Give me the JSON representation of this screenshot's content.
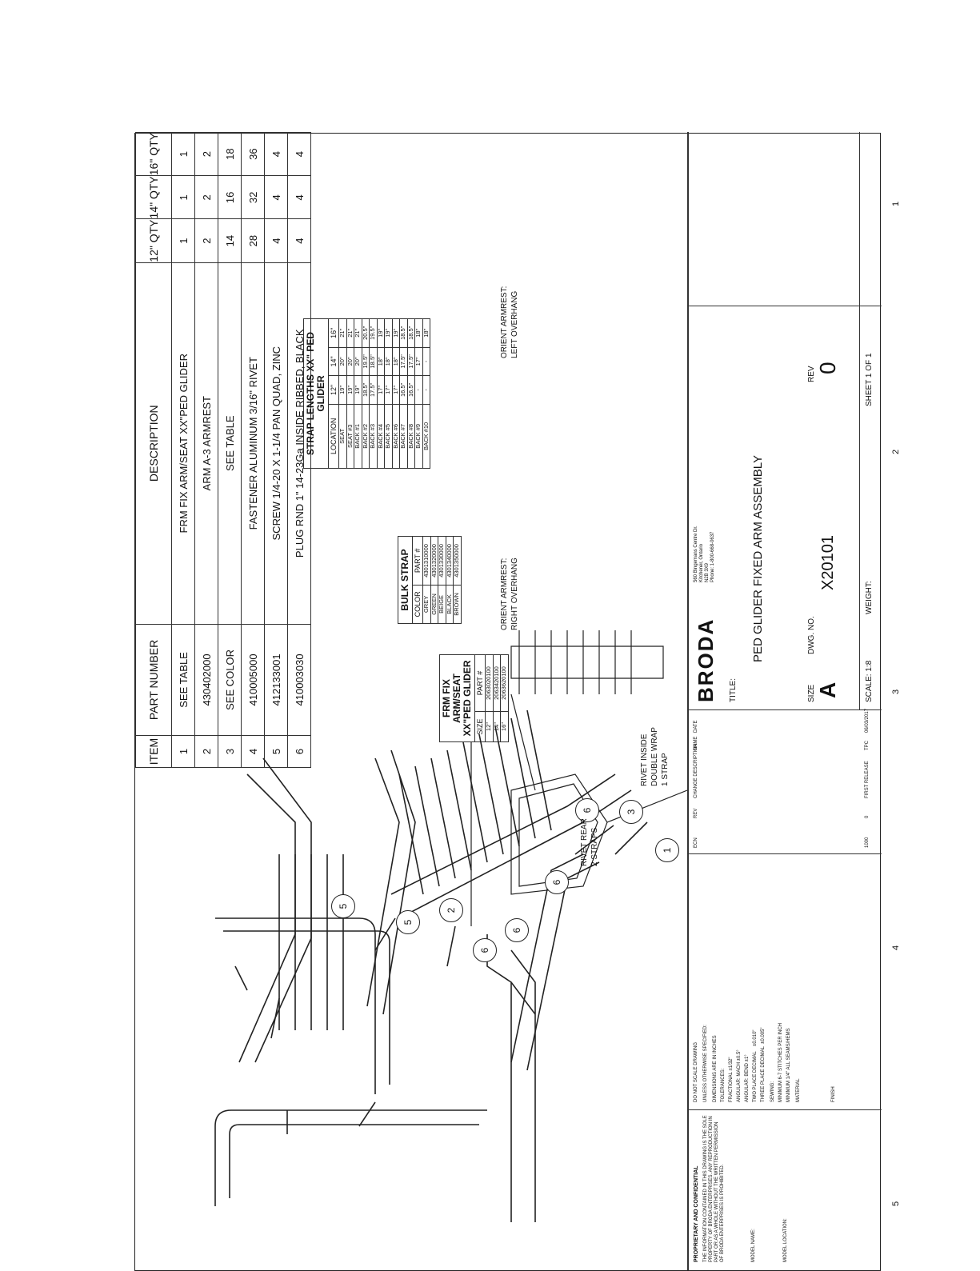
{
  "bom": {
    "headers": [
      "ITEM",
      "PART NUMBER",
      "DESCRIPTION",
      "12\" QTY",
      "14\" QTY",
      "16\" QTY"
    ],
    "rows": [
      [
        "1",
        "SEE TABLE",
        "FRM FIX ARM/SEAT XX\"PED GLIDER",
        "1",
        "1",
        "1"
      ],
      [
        "2",
        "430402000",
        "ARM A-3 ARMREST",
        "2",
        "2",
        "2"
      ],
      [
        "3",
        "SEE COLOR",
        "SEE TABLE",
        "14",
        "16",
        "18"
      ],
      [
        "4",
        "410005000",
        "FASTENER ALUMINUM 3/16\" RIVET",
        "28",
        "32",
        "36"
      ],
      [
        "5",
        "412133001",
        "SCREW 1/4-20 X 1-1/4 PAN QUAD, ZINC",
        "4",
        "4",
        "4"
      ],
      [
        "6",
        "410003030",
        "PLUG RND 1\" 14-23Ga INSIDE RIBBED, BLACK",
        "4",
        "4",
        "4"
      ]
    ]
  },
  "frame_table": {
    "title": "FRM FIX ARM/SEAT XX\"PED GLIDER",
    "headers": [
      "SIZE",
      "PART #"
    ],
    "rows": [
      [
        "12\"",
        "2063020100"
      ],
      [
        "14\"",
        "2063420100"
      ],
      [
        "16\"",
        "2063620100"
      ]
    ]
  },
  "bulk_strap": {
    "title": "BULK STRAP",
    "headers": [
      "COLOR",
      "PART #"
    ],
    "rows": [
      [
        "GREY",
        "4301310000"
      ],
      [
        "GREEN",
        "4301320000"
      ],
      [
        "BEIGE",
        "4301330000"
      ],
      [
        "BLACK",
        "4301340000"
      ],
      [
        "BROWN",
        "4301350000"
      ]
    ]
  },
  "strap_lengths": {
    "title": "STRAP LENGTHS XX\" PED GLIDER",
    "headers": [
      "LOCATION",
      "12\"",
      "14\"",
      "16\""
    ],
    "rows": [
      [
        "SEAT",
        "19\"",
        "20\"",
        "21\""
      ],
      [
        "SEAT #3",
        "19\"",
        "20\"",
        "21\""
      ],
      [
        "BACK #1",
        "19\"",
        "20\"",
        "21\""
      ],
      [
        "BACK #2",
        "18.5\"",
        "19.5\"",
        "20.5\""
      ],
      [
        "BACK #3",
        "17.5\"",
        "18.5\"",
        "19.5\""
      ],
      [
        "BACK #4",
        "17\"",
        "18\"",
        "19\""
      ],
      [
        "BACK #5",
        "17\"",
        "18\"",
        "19\""
      ],
      [
        "BACK #6",
        "17\"",
        "18\"",
        "19\""
      ],
      [
        "BACK #7",
        "16.5\"",
        "17.5\"",
        "18.5\""
      ],
      [
        "BACK #8",
        "16.5\"",
        "17.5\"",
        "18.5\""
      ],
      [
        "BACK #9",
        "-",
        "17\"",
        "18\""
      ],
      [
        "BACK #10",
        "-",
        "-",
        "18\""
      ]
    ]
  },
  "callouts": [
    "1",
    "3",
    "5",
    "2",
    "5",
    "6",
    "6",
    "6",
    "6"
  ],
  "notes": {
    "rivet_rear": "RIVET REAR\n2 STRAPS",
    "rivet_inside": "RIVET INSIDE\nDOUBLE WRAP\n1 STRAP",
    "orient_right": "ORIENT ARMREST:\nRIGHT OVERHANG",
    "orient_left": "ORIENT ARMREST:\nLEFT OVERHANG"
  },
  "title_block": {
    "proprietary_title": "PROPRIETARY AND CONFIDENTIAL",
    "proprietary_text": "THE INFORMATION CONTAINED IN THIS DRAWING IS THE SOLE PROPERTY OF BRODA ENTERPRISES. ANY REPRODUCTION IN PART OR AS A WHOLE WITHOUT THE WRITTEN PERMISSION OF BRODA ENTERPRISES IS PROHIBITED.",
    "do_not_scale": "DO NOT SCALE DRAWING",
    "unless": "UNLESS OTHERWISE SPECIFIED:",
    "dimensions": "DIMENSIONS ARE IN INCHES",
    "tolerances": "TOLERANCES:",
    "fractional": "FRACTIONAL ±1/32\"",
    "angular_mach": "ANGULAR: MACH ±0.5°",
    "angular_bend": "ANGULAR: BEND ±1°",
    "two_place": "TWO PLACE DECIMAL    ±0.010\"",
    "three_place": "THREE PLACE DECIMAL  ±0.005\"",
    "sewing": "SEWING:",
    "stitches": "MINIMUM 6-7 STITCHES PER INCH",
    "seams": "MINIMUM 1/4\" ALL SEAMS/HEMS",
    "material": "MATERIAL",
    "finish": "FINISH",
    "model_name_label": "MODEL NAME:",
    "model_location_label": "MODEL LOCATION:",
    "rev_headers": [
      "ECN",
      "REV",
      "CHANGE DESCRIPTION",
      "NAME",
      "DATE"
    ],
    "rev_row": [
      "1000",
      "0",
      "FIRST RELEASE",
      "TPC",
      "06/03/2017"
    ],
    "company": "BRODA",
    "address": "560 Bingemans Centre Dr.\nKitchener, Ontario\nN2B 3X9\nPhone: 1-800-668-0637",
    "title_label": "TITLE:",
    "title": "PED GLIDER FIXED ARM ASSEMBLY",
    "size_label": "SIZE",
    "size": "A",
    "dwg_label": "DWG.  NO.",
    "dwg_no": "X20101",
    "rev_label": "REV",
    "rev": "0",
    "scale": "SCALE: 1:8",
    "weight": "WEIGHT:",
    "sheet": "SHEET 1 OF 1"
  },
  "zones": [
    "5",
    "4",
    "3",
    "2",
    "1"
  ]
}
